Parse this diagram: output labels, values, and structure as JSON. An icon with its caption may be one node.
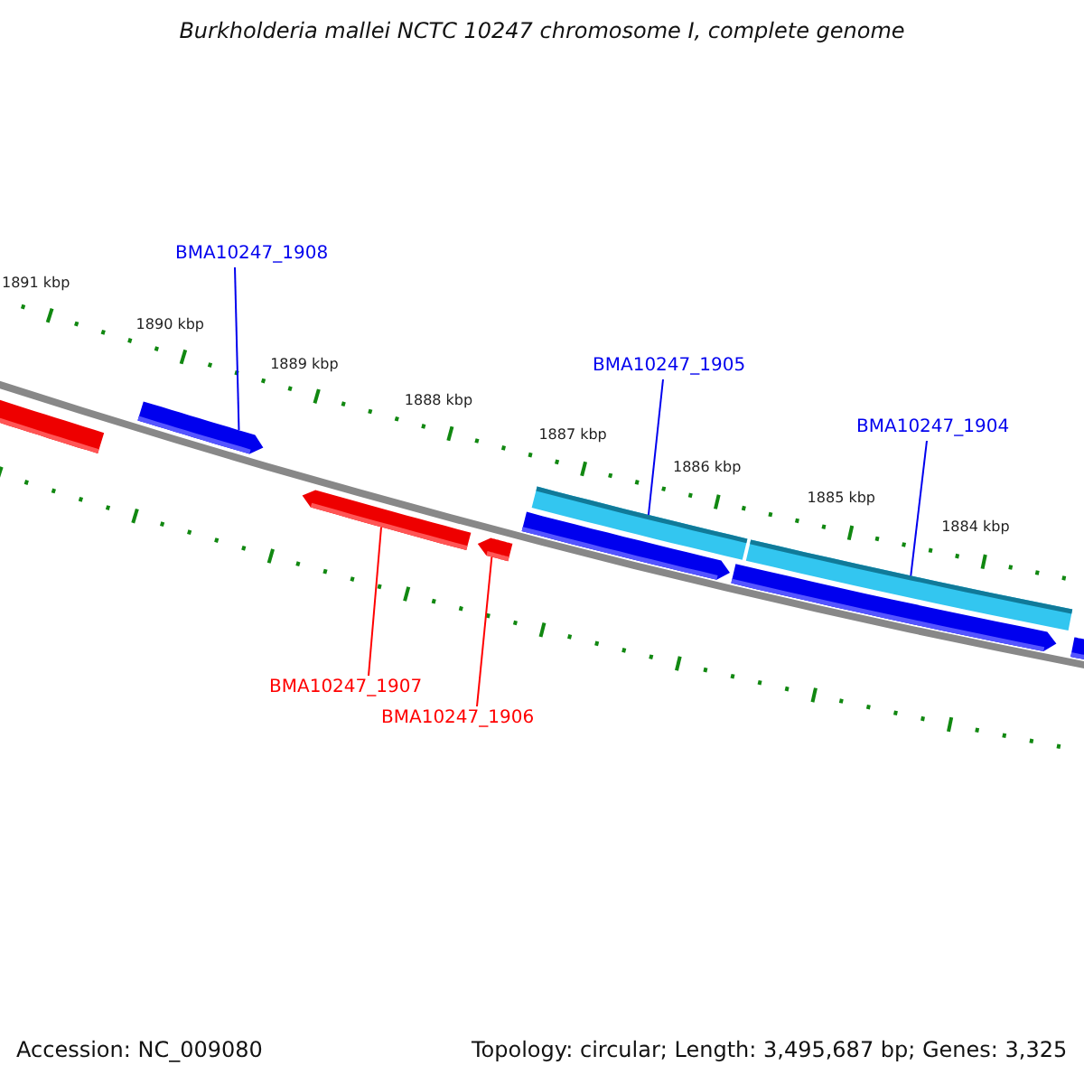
{
  "diagram": {
    "title": "Burkholderia mallei NCTC 10247 chromosome I, complete genome",
    "nodes": [
      {
        "text": [
          "BMA10247_1908"
        ]
      },
      {
        "text": [
          "BMA10247_1905"
        ]
      },
      {
        "text": [
          "BMA10247_1904"
        ]
      },
      {
        "text": [
          "BMA10247_1907"
        ]
      },
      {
        "text": [
          "BMA10247_1906"
        ]
      },
      {
        "text": [],
        "shape": "bar"
      },
      {
        "text": [],
        "shape": "bar"
      },
      {
        "text": [],
        "shape": "bar"
      },
      {
        "text": [],
        "shape": "bar"
      },
      {
        "text": [],
        "shape": "bar"
      }
    ],
    "edges": [
      {
        "from": 0,
        "to": 5,
        "arrow": "none"
      },
      {
        "from": 1,
        "to": 6,
        "arrow": "none"
      },
      {
        "from": 2,
        "to": 7,
        "arrow": "none"
      },
      {
        "from": 3,
        "to": 8,
        "arrow": "none",
        "color": "#ff0000"
      },
      {
        "from": 4,
        "to": 9,
        "arrow": "none",
        "color": "#ff0000"
      }
    ],
    "labels": [
      "1891 kbp",
      "1890 kbp",
      "1889 kbp",
      "1888 kbp",
      "1887 kbp",
      "1886 kbp",
      "1885 kbp",
      "1884 kbp",
      "Accession: NC_009080",
      "Topology: circular; Length: 3,495,687 bp; Genes: 3,325"
    ]
  }
}
